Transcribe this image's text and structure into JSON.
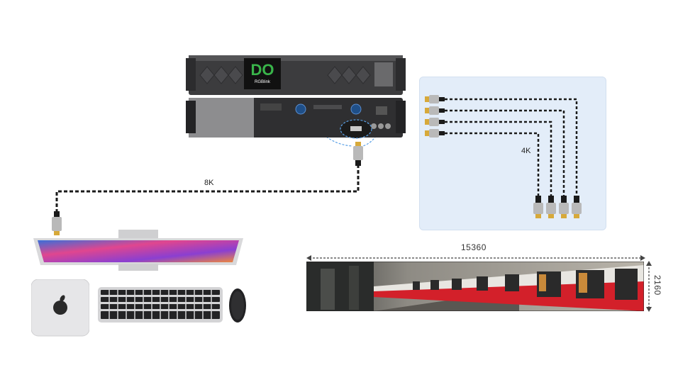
{
  "labels": {
    "input_resolution": "8K",
    "output_resolution": "4K",
    "width_px": "15360",
    "height_px": "2160"
  },
  "device": {
    "screen_logo_text": "DO",
    "brand": "RGBlink"
  },
  "colors": {
    "panel_bg": "#e3edf9",
    "cable": "#1a1a1a",
    "connector_gold": "#d7a93a",
    "connector_silver": "#b9b9b9",
    "accent_green": "#39b54a",
    "train_red": "#d3202a"
  }
}
